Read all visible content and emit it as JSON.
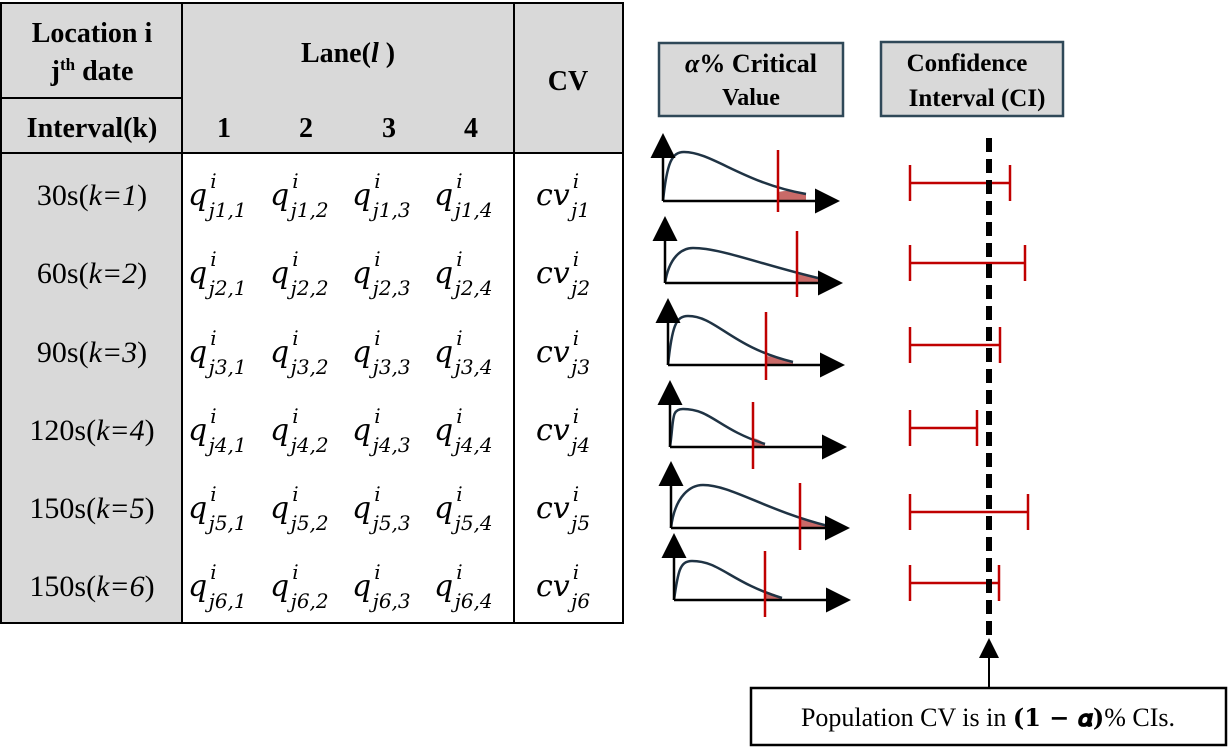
{
  "table": {
    "header": {
      "location_label": "Location i",
      "date_label_main": "j",
      "date_label_sup": "th",
      "date_label_rest": " date",
      "interval_label": "Interval(k)",
      "lane_label_pre": "Lane(",
      "lane_label_var": "l",
      "lane_label_post": " )",
      "cv_label": "CV",
      "lanes": [
        "1",
        "2",
        "3",
        "4"
      ]
    },
    "rows": [
      {
        "interval": "30s",
        "k": "k=1",
        "cells": [
          {
            "sub": "j1,1"
          },
          {
            "sub": "j1,2"
          },
          {
            "sub": "j1,3"
          },
          {
            "sub": "j1,4"
          }
        ],
        "cv_sub": "j1"
      },
      {
        "interval": "60s",
        "k": "k=2",
        "cells": [
          {
            "sub": "j2,1"
          },
          {
            "sub": "j2,2"
          },
          {
            "sub": "j2,3"
          },
          {
            "sub": "j2,4"
          }
        ],
        "cv_sub": "j2"
      },
      {
        "interval": "90s",
        "k": "k=3",
        "cells": [
          {
            "sub": "j3,1"
          },
          {
            "sub": "j3,2"
          },
          {
            "sub": "j3,3"
          },
          {
            "sub": "j3,4"
          }
        ],
        "cv_sub": "j3"
      },
      {
        "interval": "120s",
        "k": "k=4",
        "cells": [
          {
            "sub": "j4,1"
          },
          {
            "sub": "j4,2"
          },
          {
            "sub": "j4,3"
          },
          {
            "sub": "j4,4"
          }
        ],
        "cv_sub": "j4"
      },
      {
        "interval": "150s",
        "k": "k=5",
        "cells": [
          {
            "sub": "j5,1"
          },
          {
            "sub": "j5,2"
          },
          {
            "sub": "j5,3"
          },
          {
            "sub": "j5,4"
          }
        ],
        "cv_sub": "j5"
      },
      {
        "interval": "150s",
        "k": "k=6",
        "cells": [
          {
            "sub": "j6,1"
          },
          {
            "sub": "j6,2"
          },
          {
            "sub": "j6,3"
          },
          {
            "sub": "j6,4"
          }
        ],
        "cv_sub": "j6"
      }
    ],
    "q_symbol": "q",
    "cv_symbol": "cv",
    "superscript": "i"
  },
  "critical_value_box": {
    "alpha": "α",
    "line1_rest": "% Critical",
    "line2": "Value"
  },
  "ci_box": {
    "line1": "Confidence",
    "line2": "Interval (CI)"
  },
  "conclusion": {
    "prefix": "Population  CV is in ",
    "formula": "(𝟏 − 𝜶)",
    "suffix": "% CIs."
  },
  "colors": {
    "header_fill": "#d9d9d9",
    "accent_red": "#c00000",
    "curve": "#1f3344",
    "box_border": "#2f4858"
  }
}
